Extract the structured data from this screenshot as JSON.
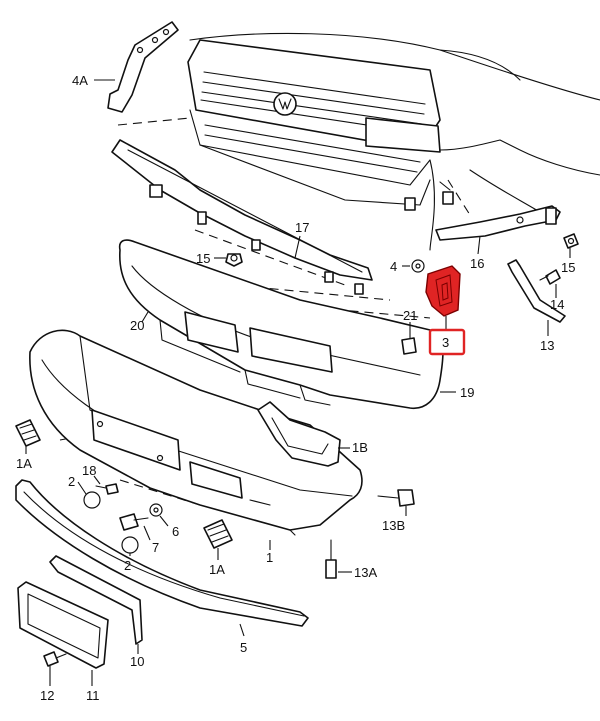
{
  "callouts": {
    "c4a_top": "4A",
    "c17": "17",
    "c15_left": "15",
    "c4": "4",
    "c16": "16",
    "c15_right": "15",
    "c14": "14",
    "c13": "13",
    "c20": "20",
    "c21": "21",
    "c3": "3",
    "c19": "19",
    "c1b": "1B",
    "c1a_left": "1A",
    "c18": "18",
    "c2_upper": "2",
    "c6": "6",
    "c7": "7",
    "c2_lower": "2",
    "c13b": "13B",
    "c1": "1",
    "c1a_bottom": "1A",
    "c13a": "13A",
    "c10": "10",
    "c5": "5",
    "c12": "12",
    "c11": "11"
  },
  "highlight_color": "#e02424"
}
